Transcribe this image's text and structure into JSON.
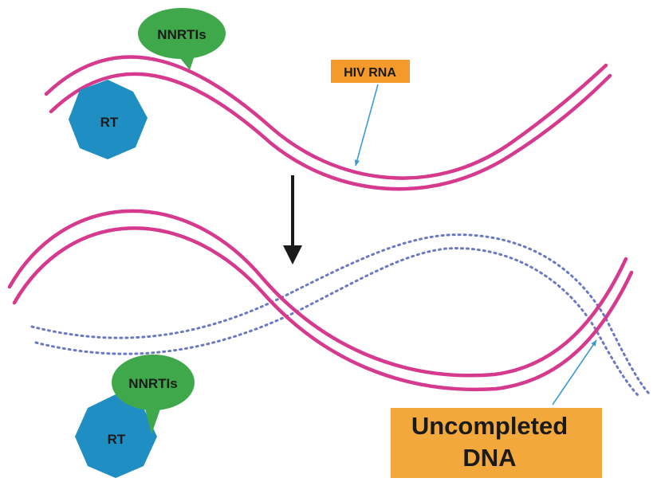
{
  "panel_top": {
    "drug_label": "NNRTIs",
    "enzyme_label": "RT",
    "rna_label": "HIV RNA"
  },
  "panel_bottom": {
    "drug_label": "NNRTIs",
    "enzyme_label": "RT",
    "dna_label_line1": "Uncompleted",
    "dna_label_line2": "DNA"
  },
  "colors": {
    "rna_strand": "#d63a8e",
    "dna_strand": "#6b78c4",
    "enzyme": "#1f8fc3",
    "drug_bubble": "#3ea84a",
    "rna_label_bg": "#f39a2a",
    "dna_label_bg": "#f2a83a",
    "pointer": "#3d9ad4",
    "arrow": "#1a1a1a"
  }
}
